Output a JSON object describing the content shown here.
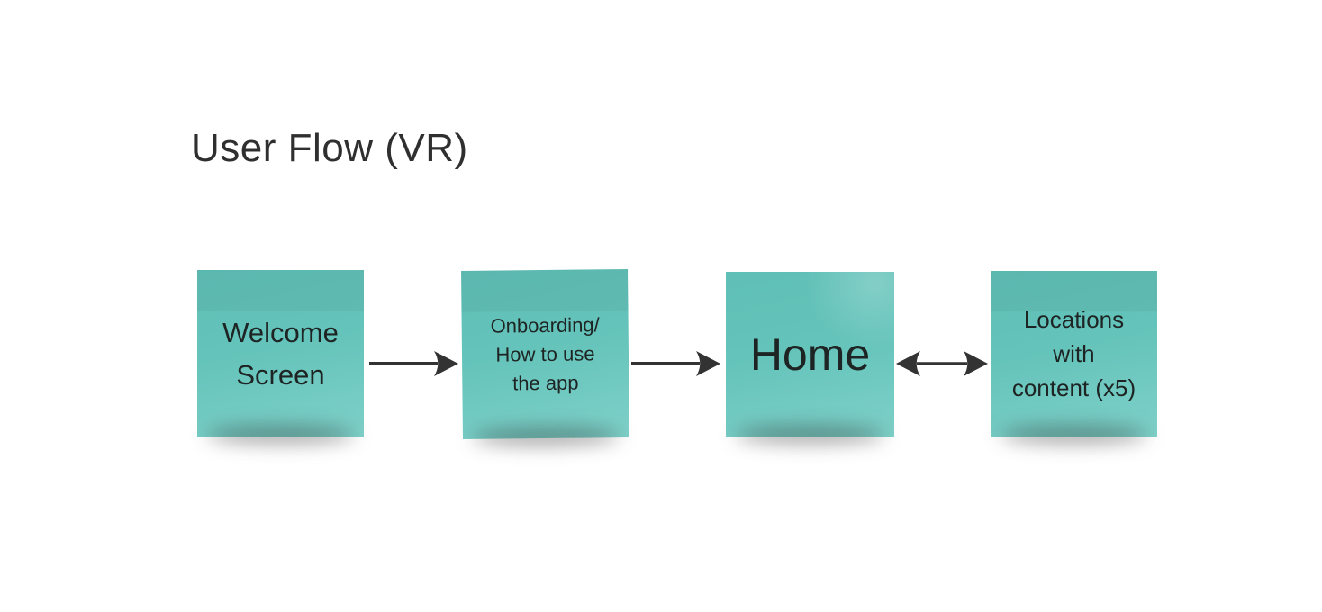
{
  "page": {
    "title": "User Flow (VR)",
    "background": "#ffffff"
  },
  "flow": {
    "notes": [
      {
        "id": "welcome-screen",
        "lines": [
          "Welcome",
          "Screen"
        ]
      },
      {
        "id": "onboarding-how-to-use",
        "lines": [
          "Onboarding/",
          "How to use",
          "the app"
        ]
      },
      {
        "id": "home",
        "lines": [
          "Home"
        ]
      },
      {
        "id": "locations-with-content",
        "lines": [
          "Locations",
          "with",
          "content (x5)"
        ]
      }
    ],
    "connectors": [
      {
        "from": "Welcome Screen",
        "to": "Onboarding/How to use the app",
        "direction": "right"
      },
      {
        "from": "Onboarding/How to use the app",
        "to": "Home",
        "direction": "right"
      },
      {
        "from": "Home",
        "to": "Locations with content (x5)",
        "direction": "both"
      }
    ]
  },
  "colors": {
    "note_top": "#5fc0b7",
    "note_bottom": "#7ed1c9",
    "note_text": "#1e2423",
    "title_text": "#2f2f2f",
    "arrow": "#333333",
    "background": "#ffffff",
    "shadow": "rgba(45,45,45,0.42)"
  }
}
